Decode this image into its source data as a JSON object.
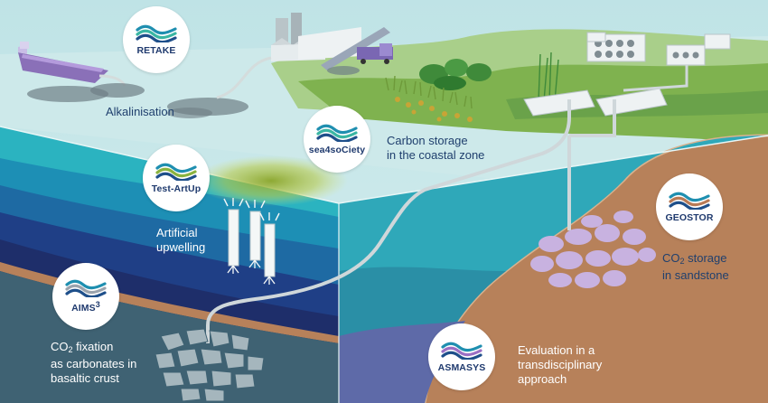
{
  "projects": [
    {
      "id": "retake",
      "name": "RETAKE",
      "caption": [
        "Alkalinisation"
      ],
      "colors": [
        "#1f8fb0",
        "#3ab6a3",
        "#1e4f8a"
      ]
    },
    {
      "id": "sea4society",
      "name": "sea4soCiety",
      "caption": [
        "Carbon storage",
        "in the coastal zone"
      ],
      "colors": [
        "#1f8fb0",
        "#3ab6a3",
        "#1e4f8a"
      ]
    },
    {
      "id": "testartup",
      "name": "Test-ArtUp",
      "caption": [
        "Artificial",
        "upwelling"
      ],
      "colors": [
        "#1f8fb0",
        "#8ab33f",
        "#1e4f8a"
      ]
    },
    {
      "id": "geostor",
      "name": "GEOSTOR",
      "caption": [
        "CO",
        "2",
        " storage",
        "in sandstone"
      ],
      "colors": [
        "#1f8fb0",
        "#b87a55",
        "#1e4f8a"
      ]
    },
    {
      "id": "aims3",
      "name": "AIMS",
      "name_sup": "3",
      "caption": [
        "CO",
        "2",
        " fixation",
        "as carbonates in",
        "basaltic crust"
      ],
      "colors": [
        "#1f8fb0",
        "#9aa3ad",
        "#1e4f8a"
      ]
    },
    {
      "id": "asmasys",
      "name": "ASMASYS",
      "caption": [
        "Evaluation in a",
        "transdisciplinary",
        "approach"
      ],
      "colors": [
        "#1f8fb0",
        "#9b6fc4",
        "#1e4f8a"
      ]
    }
  ]
}
